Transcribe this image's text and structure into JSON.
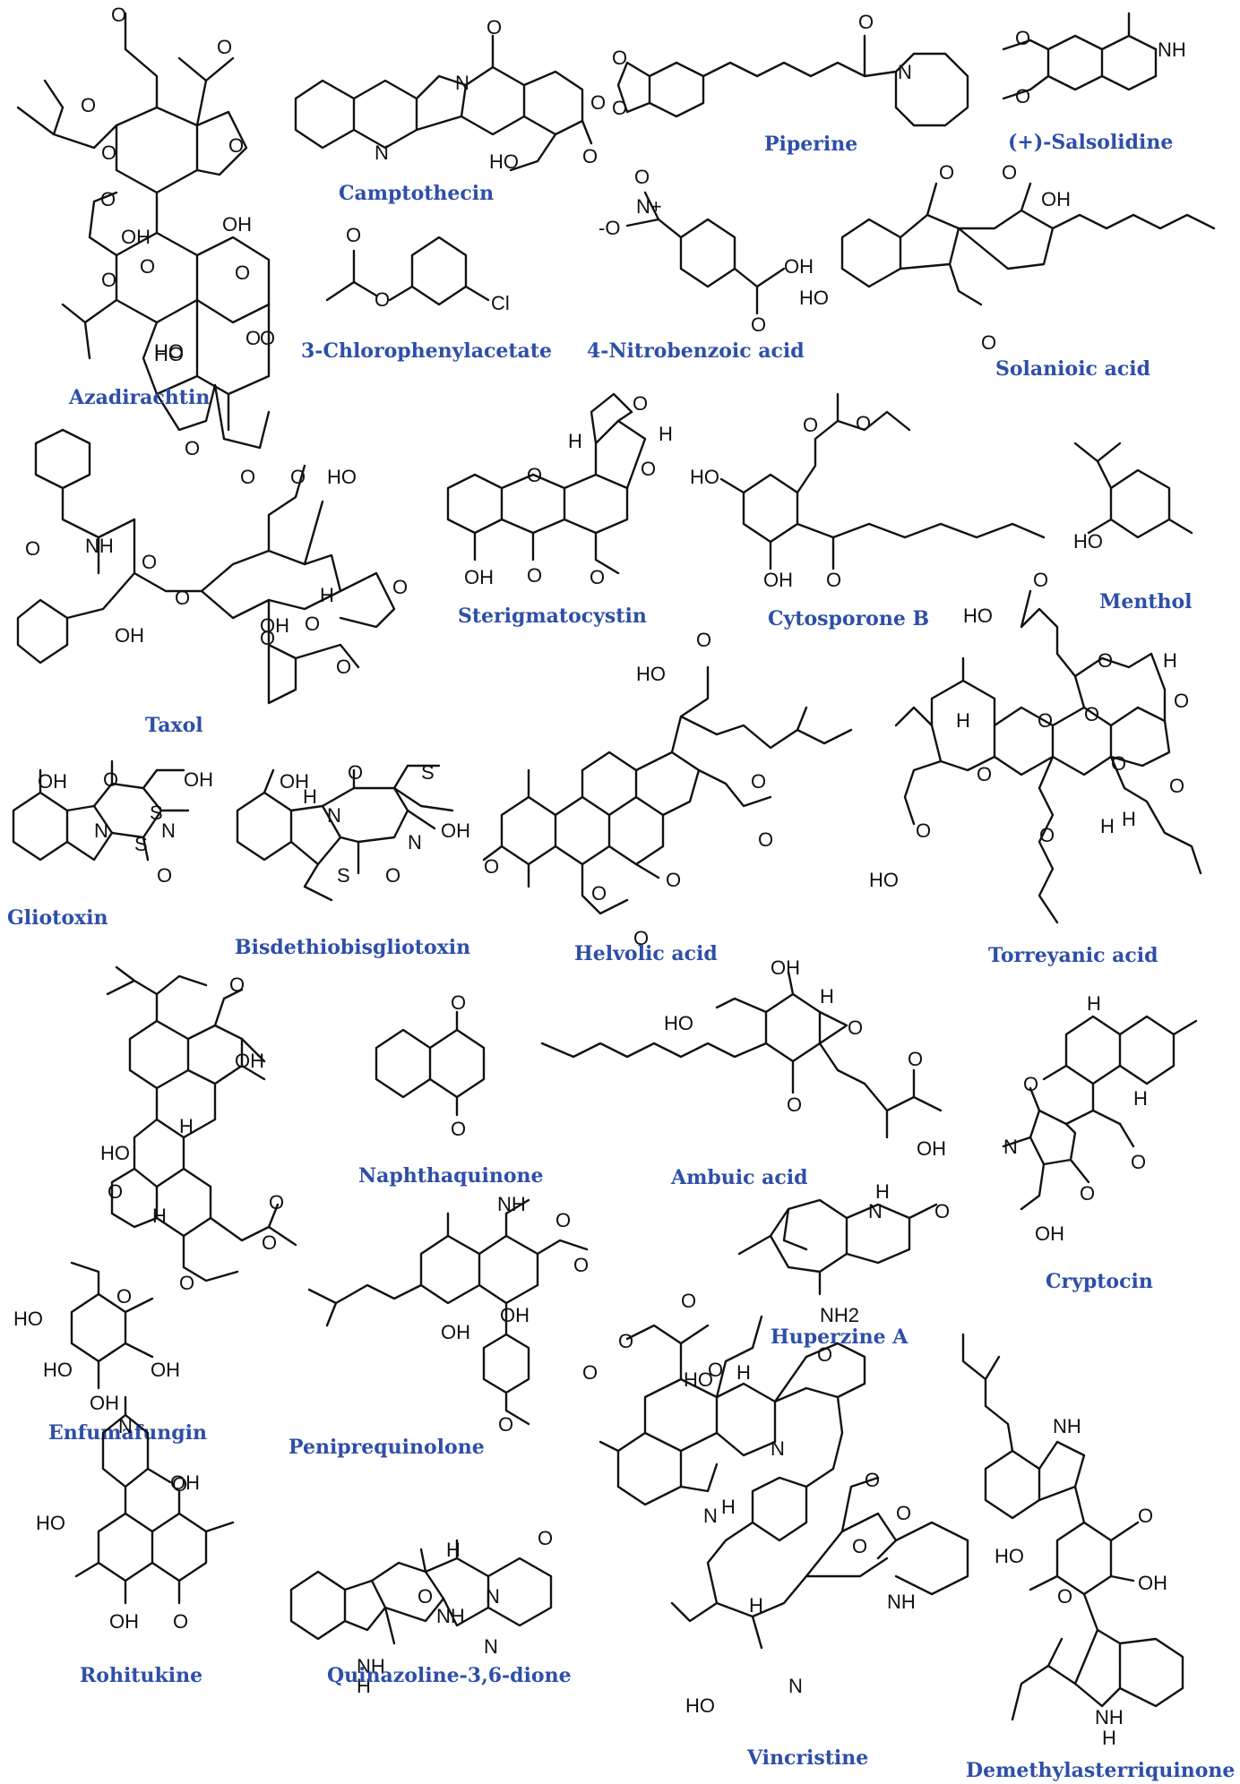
{
  "figure": {
    "compounds": [
      {
        "id": "azadirachtin",
        "name": "Azadirachtin"
      },
      {
        "id": "camptothecin",
        "name": "Camptothecin"
      },
      {
        "id": "piperine",
        "name": "Piperine"
      },
      {
        "id": "salsolidine",
        "name": "(+)-Salsolidine"
      },
      {
        "id": "chlorophenylacetate",
        "name": "3-Chlorophenylacetate"
      },
      {
        "id": "nitrobenzoic",
        "name": "4-Nitrobenzoic acid"
      },
      {
        "id": "solanioic",
        "name": "Solanioic acid"
      },
      {
        "id": "taxol",
        "name": "Taxol"
      },
      {
        "id": "sterigmatocystin",
        "name": "Sterigmatocystin"
      },
      {
        "id": "cytosporone",
        "name": "Cytosporone B"
      },
      {
        "id": "menthol",
        "name": "Menthol"
      },
      {
        "id": "gliotoxin",
        "name": "Gliotoxin"
      },
      {
        "id": "bisdethio",
        "name": "Bisdethiobisgliotoxin"
      },
      {
        "id": "helvolic",
        "name": "Helvolic acid"
      },
      {
        "id": "torreyanic",
        "name": "Torreyanic acid"
      },
      {
        "id": "enfumafungin",
        "name": "Enfumafungin"
      },
      {
        "id": "naphthaquinone",
        "name": "Naphthaquinone"
      },
      {
        "id": "ambuic",
        "name": "Ambuic acid"
      },
      {
        "id": "cryptocin",
        "name": "Cryptocin"
      },
      {
        "id": "huperzine",
        "name": "Huperzine A"
      },
      {
        "id": "peniprequinolone",
        "name": "Peniprequinolone"
      },
      {
        "id": "rohitukine",
        "name": "Rohitukine"
      },
      {
        "id": "quinazoline",
        "name": "Quinazoline-3,6-dione"
      },
      {
        "id": "vincristine",
        "name": "Vincristine"
      },
      {
        "id": "demethylasterriquinone",
        "name": "Demethylasterriquinone"
      }
    ],
    "atom_labels": {
      "o": "O",
      "oh": "OH",
      "ho": "HO",
      "h": "H",
      "n": "N",
      "nh": "NH",
      "nh2": "NH2",
      "cl": "Cl",
      "s": "S",
      "nitro_n": "N+",
      "o_minus": "-O"
    }
  }
}
